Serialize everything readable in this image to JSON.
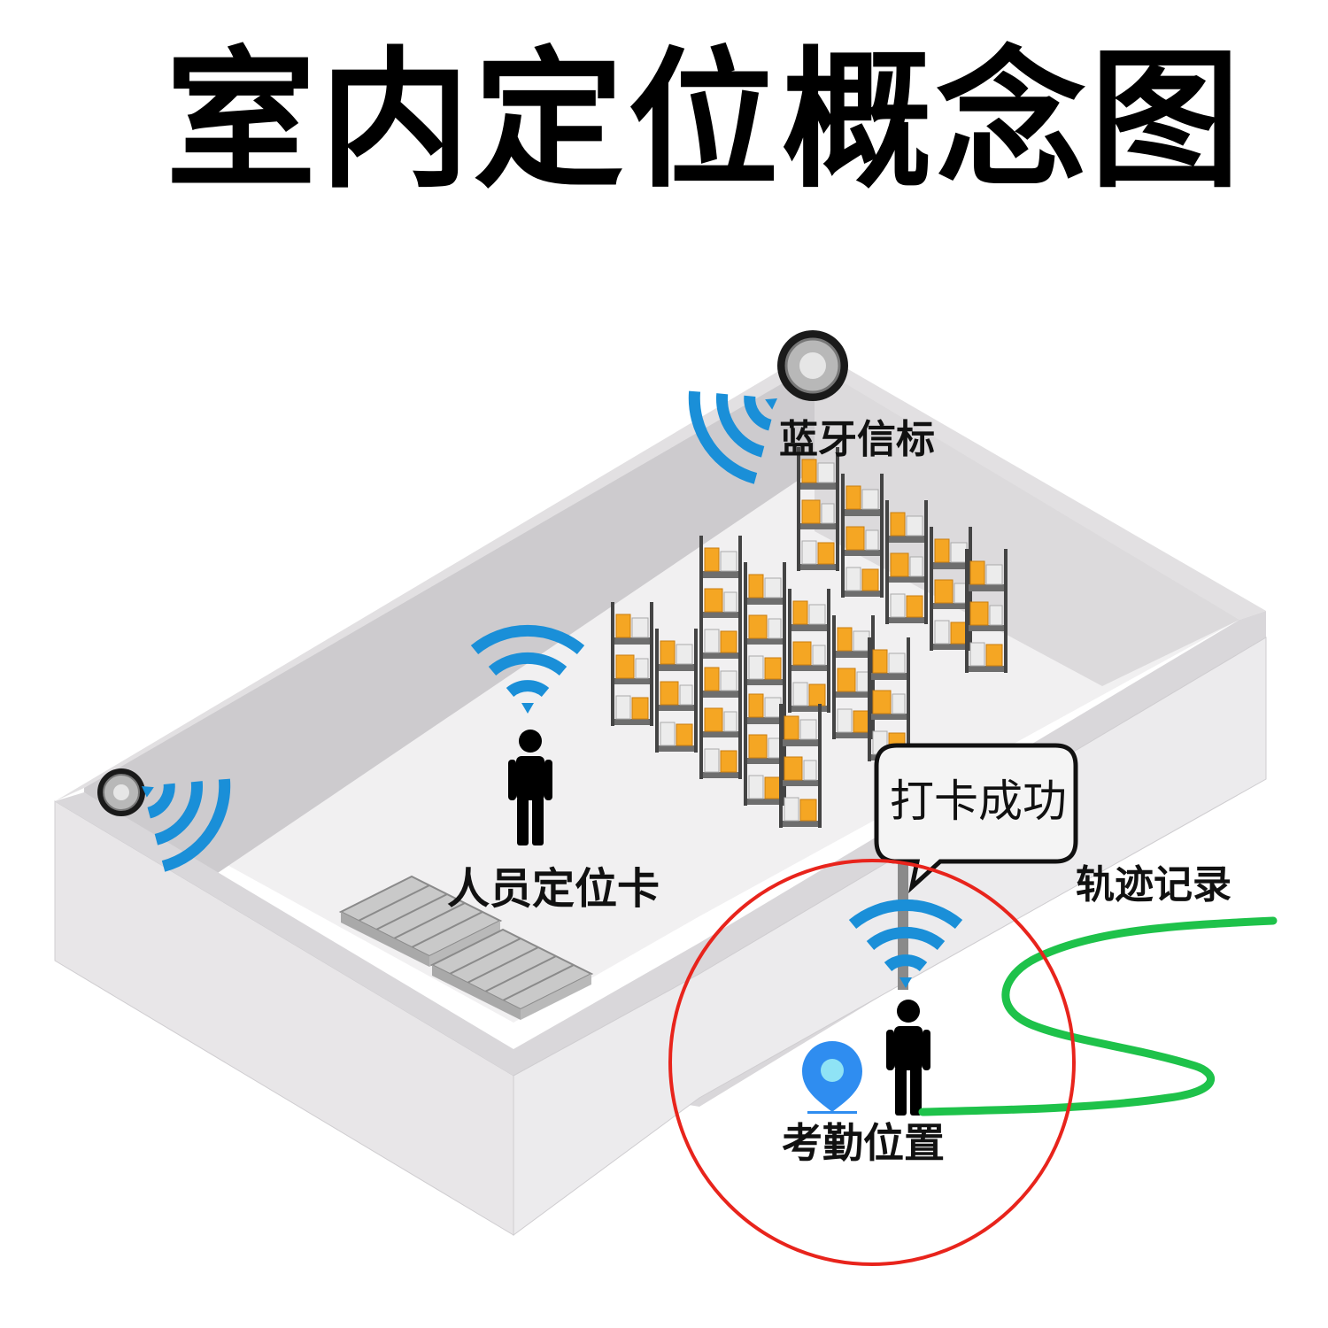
{
  "title": "室内定位概念图",
  "labels": {
    "beacon": "蓝牙信标",
    "badge": "人员定位卡",
    "checkin_bubble": "打卡成功",
    "track": "轨迹记录",
    "attendance": "考勤位置"
  },
  "icons": [
    "bluetooth-beacon-icon",
    "wifi-signal-icon",
    "person-icon",
    "location-pin-icon",
    "warehouse-shelf-icon",
    "pallet-icon"
  ],
  "colors": {
    "signal": "#1a8fd8",
    "trajectory": "#1ec24a",
    "attendance_circle": "#e8241c",
    "wall": "#e6e4e6",
    "floor": "#f1f0f1",
    "box": "#f5a623"
  }
}
